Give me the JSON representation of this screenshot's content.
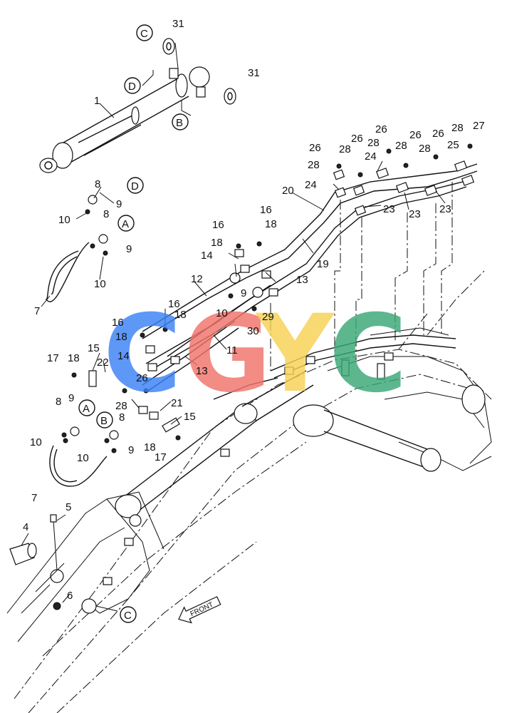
{
  "labels": {
    "l1": "1",
    "l4": "4",
    "l5": "5",
    "l6": "6",
    "l7a": "7",
    "l7b": "7",
    "l8a": "8",
    "l8b": "8",
    "l8c": "8",
    "l8d": "8",
    "l9a": "9",
    "l9b": "9",
    "l9c": "9",
    "l9d": "9",
    "l9e": "9",
    "l10a": "10",
    "l10b": "10",
    "l10c": "10",
    "l10d": "10",
    "l10e": "10",
    "l11": "11",
    "l12": "12",
    "l13a": "13",
    "l13b": "13",
    "l14a": "14",
    "l14b": "14",
    "l15a": "15",
    "l15b": "15",
    "l16a": "16",
    "l16b": "16",
    "l16c": "16",
    "l16d": "16",
    "l17a": "17",
    "l17b": "17",
    "l18a": "18",
    "l18b": "18",
    "l18c": "18",
    "l18d": "18",
    "l18e": "18",
    "l18f": "18",
    "l19": "19",
    "l20": "20",
    "l21": "21",
    "l22": "22",
    "l23a": "23",
    "l23b": "23",
    "l23c": "23",
    "l24a": "24",
    "l24b": "24",
    "l25": "25",
    "l26a": "26",
    "l26b": "26",
    "l26c": "26",
    "l26d": "26",
    "l26e": "26",
    "l26f": "26",
    "l27": "27",
    "l28a": "28",
    "l28b": "28",
    "l28c": "28",
    "l28d": "28",
    "l28e": "28",
    "l28f": "28",
    "l28g": "28",
    "l29": "29",
    "l30": "30",
    "l31a": "31",
    "l31b": "31"
  },
  "callouts": {
    "c_top": "C",
    "d_top": "D",
    "b_top": "B",
    "d_mid": "D",
    "a_mid": "A",
    "a_low": "A",
    "b_low": "B",
    "c_bottom": "C"
  },
  "front_arrow_label": "FRONT",
  "watermark": {
    "letters": [
      "C",
      "G",
      "Y",
      "C"
    ],
    "colors": [
      "#3b82f6",
      "#f0736b",
      "#f7d154",
      "#3aa876"
    ]
  }
}
